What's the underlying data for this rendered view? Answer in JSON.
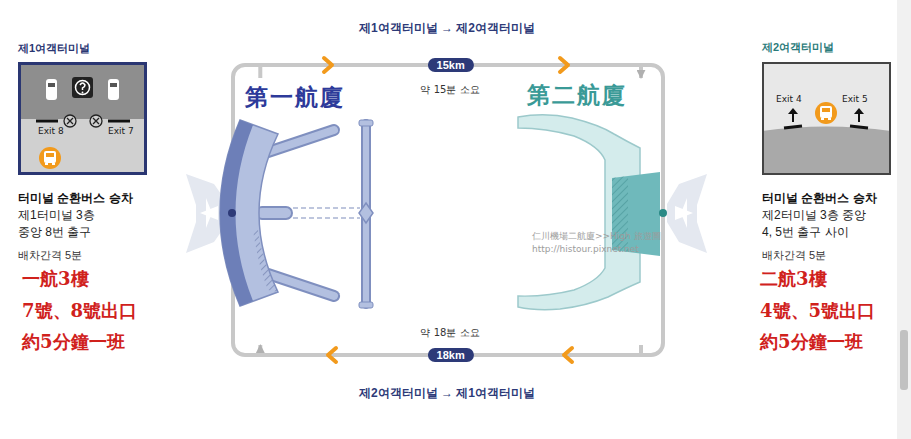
{
  "diagram": {
    "nodes": [
      {
        "text": [
          "제1여객터미널",
          "Exit 8",
          "Exit 7"
        ]
      },
      {
        "text": [
          "第一航廈"
        ]
      },
      {
        "text": [
          "第二航廈"
        ]
      },
      {
        "text": [
          "제2여객터미널",
          "Exit 4",
          "Exit 5"
        ]
      }
    ],
    "edges": [
      {
        "from": 1,
        "to": 2,
        "arrow": "to",
        "label": "15km"
      },
      {
        "from": 2,
        "to": 1,
        "arrow": "to",
        "label": "18km"
      }
    ],
    "labels": [
      "제1여객터미널 → 제2여객터미널",
      "약 15분 소요",
      "약 18분 소요",
      "제2여객터미널 → 제1여객터미널",
      "터미널 순환버스 승차",
      "제1터미널 3층",
      "중앙 8번 출구",
      "배차간격 5분",
      "一航3樓",
      "7號、8號出口",
      "約5分鐘一班",
      "터미널 순환버스 승차",
      "제2터미널 3층 중앙",
      "4, 5번 출구 사이",
      "배차간격 5분",
      "二航3樓",
      "4號、5號出口",
      "約5分鐘一班",
      "仁川機場二航廈>>High 旅遊圖",
      "http://histour.pixnet.net"
    ]
  }
}
